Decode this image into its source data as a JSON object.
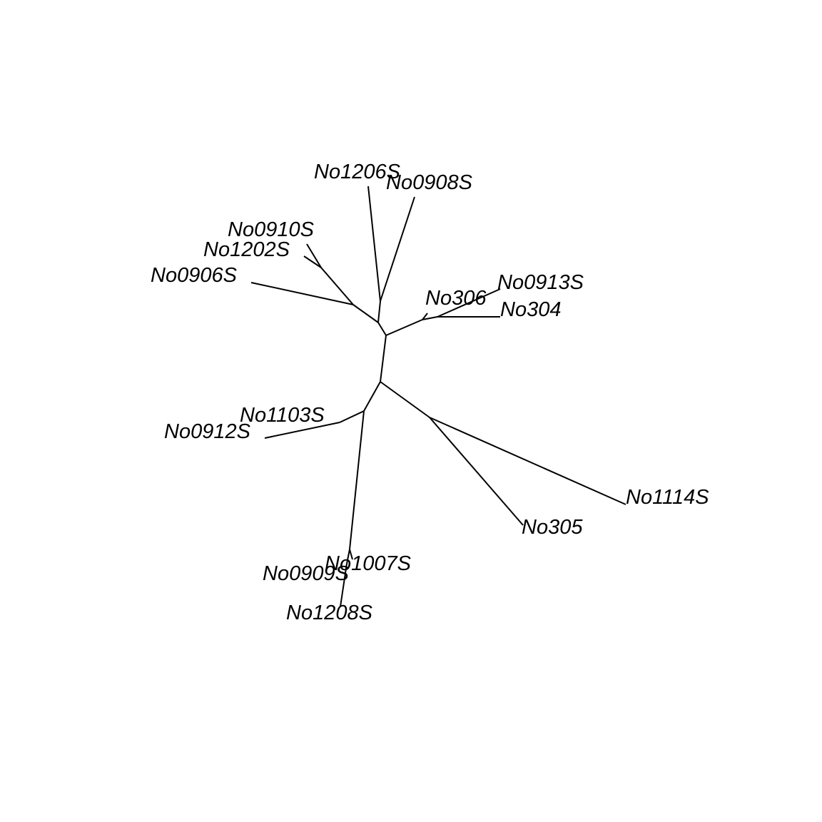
{
  "tree": {
    "type": "unrooted phylogenetic tree",
    "tips": [
      "No1206S",
      "No0908S",
      "No0910S",
      "No1202S",
      "No0906S",
      "No306",
      "No0913S",
      "No304",
      "No1103S",
      "No0912S",
      "No1114S",
      "No305",
      "No1007S",
      "No0909S",
      "No1208S"
    ],
    "line_color": "#000000"
  }
}
